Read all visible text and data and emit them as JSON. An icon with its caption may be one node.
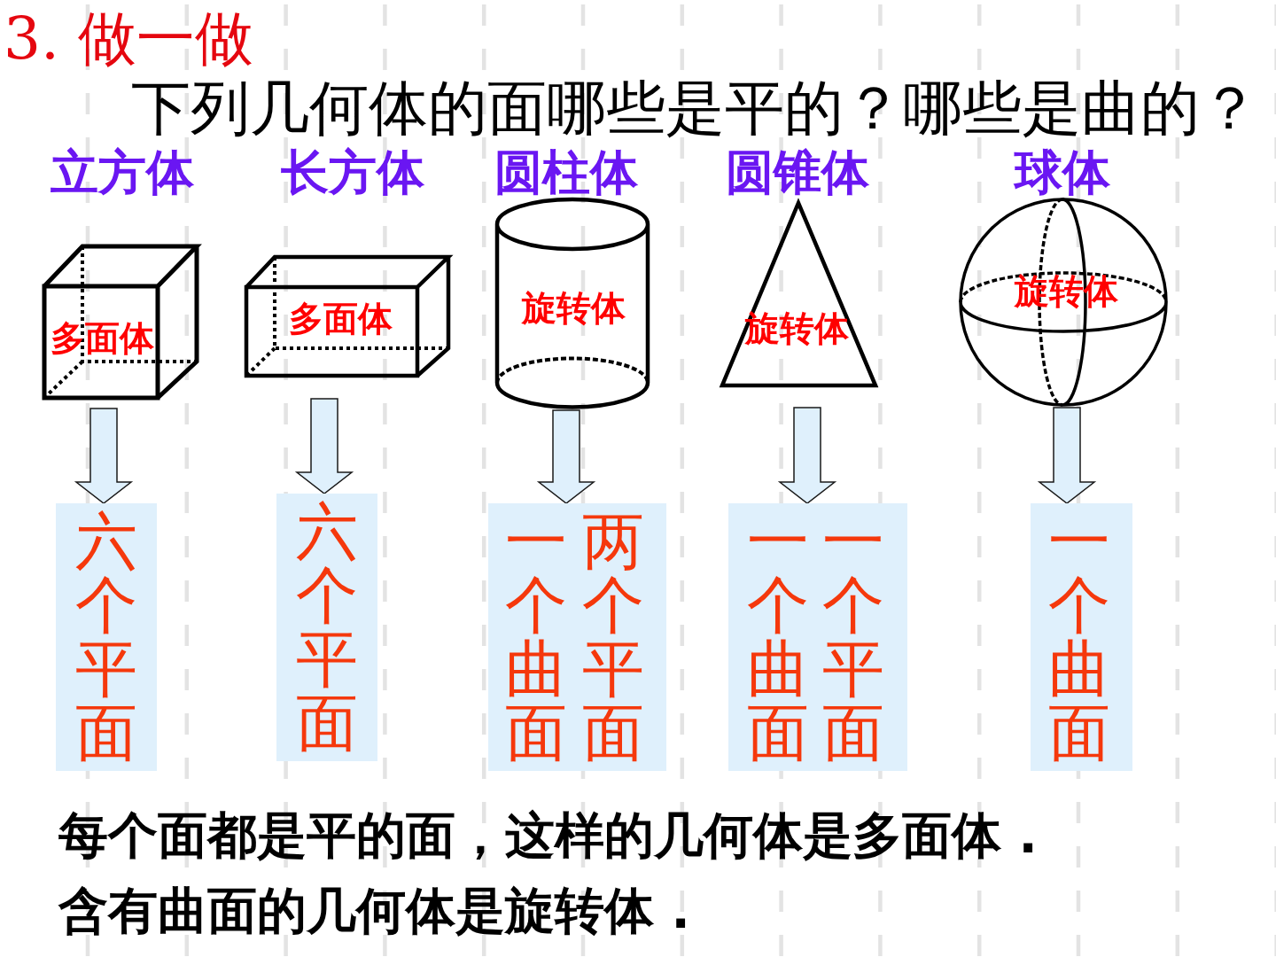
{
  "diagram": {
    "title": "3. 做一做",
    "nodes": [
      {
        "text": [
          "立方体",
          "多面体"
        ]
      },
      {
        "text": [
          "长方体",
          "多面体"
        ]
      },
      {
        "text": [
          "圆柱体",
          "旋转体"
        ]
      },
      {
        "text": [
          "圆锥体",
          "旋转体"
        ]
      },
      {
        "text": [
          "球体",
          "旋转体"
        ]
      },
      {
        "text": [
          "六个平面"
        ]
      },
      {
        "text": [
          "六个平面"
        ]
      },
      {
        "text": [
          "一个曲面",
          "两个平面"
        ]
      },
      {
        "text": [
          "一个曲面",
          "一个平面"
        ]
      },
      {
        "text": [
          "一个曲面"
        ]
      }
    ],
    "edges": [
      {
        "from": 0,
        "to": 5,
        "arrow": "to"
      },
      {
        "from": 1,
        "to": 6,
        "arrow": "to"
      },
      {
        "from": 2,
        "to": 7,
        "arrow": "to"
      },
      {
        "from": 3,
        "to": 8,
        "arrow": "to"
      },
      {
        "from": 4,
        "to": 9,
        "arrow": "to"
      }
    ],
    "labels": [
      "下列几何体的面哪些是平的？哪些是曲的？",
      "每个面都是平的面，这样的几何体是多面体 .",
      "含有曲面的几何体是旋转体 ."
    ]
  }
}
